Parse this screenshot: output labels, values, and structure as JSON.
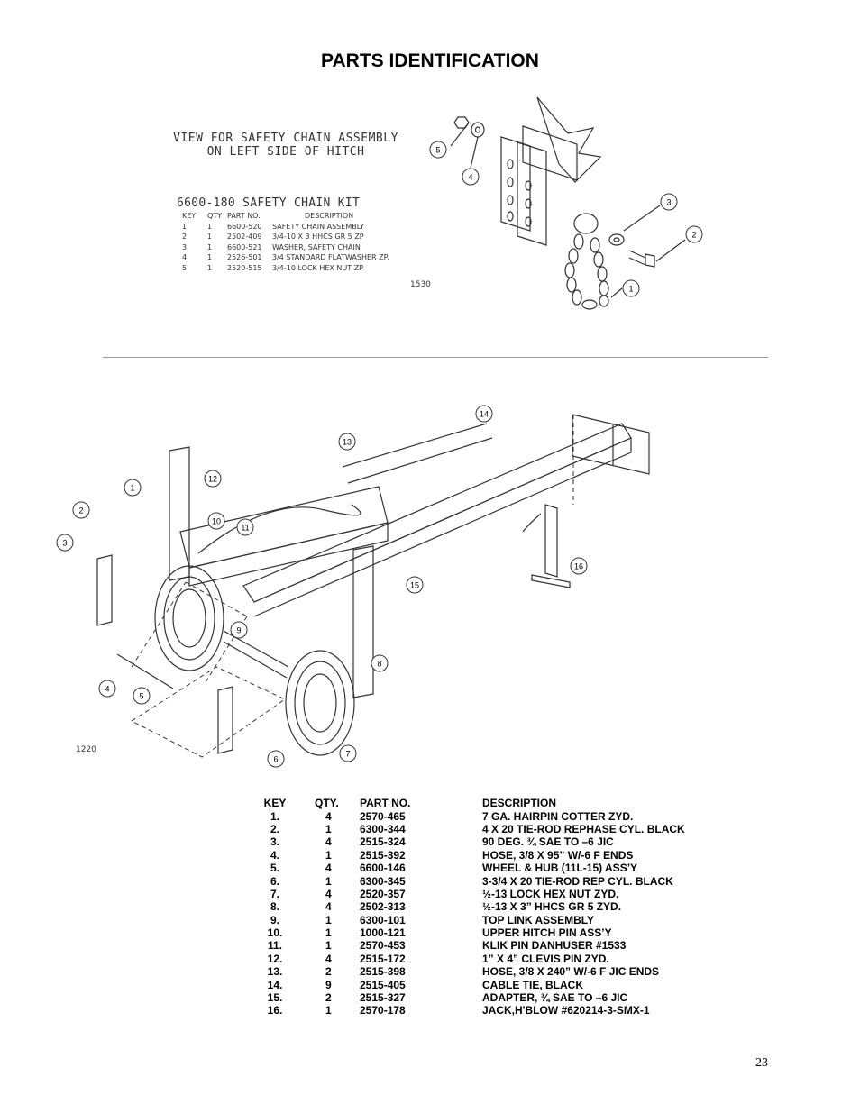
{
  "page": {
    "title": "PARTS IDENTIFICATION",
    "page_number": "23"
  },
  "safety_chain": {
    "view_title_line1": "VIEW FOR SAFETY CHAIN ASSEMBLY",
    "view_title_line2": "ON LEFT SIDE OF HITCH",
    "kit_title": "6600-180 SAFETY CHAIN KIT",
    "headers": {
      "key": "KEY",
      "qty": "QTY",
      "part": "PART NO.",
      "desc": "DESCRIPTION"
    },
    "rows": [
      {
        "key": "1",
        "qty": "1",
        "part": "6600-520",
        "desc": "SAFETY CHAIN ASSEMBLY"
      },
      {
        "key": "2",
        "qty": "1",
        "part": "2502-409",
        "desc": "3/4-10 X 3 HHCS GR 5 ZP"
      },
      {
        "key": "3",
        "qty": "1",
        "part": "6600-521",
        "desc": "WASHER, SAFETY CHAIN"
      },
      {
        "key": "4",
        "qty": "1",
        "part": "2526-501",
        "desc": "3/4 STANDARD FLATWASHER ZP."
      },
      {
        "key": "5",
        "qty": "1",
        "part": "2520-515",
        "desc": "3/4-10 LOCK HEX NUT ZP"
      }
    ],
    "drawing_number": "1530",
    "callouts": [
      "1",
      "2",
      "3",
      "4",
      "5"
    ]
  },
  "main_assembly": {
    "drawing_number": "1220",
    "callouts": [
      "1",
      "2",
      "3",
      "4",
      "5",
      "6",
      "7",
      "8",
      "9",
      "10",
      "11",
      "12",
      "13",
      "14",
      "15",
      "16"
    ]
  },
  "parts": {
    "headers": {
      "key": "KEY",
      "qty": "QTY.",
      "part": "PART NO.",
      "desc": "DESCRIPTION"
    },
    "rows": [
      {
        "key": "1.",
        "qty": "4",
        "part": "2570-465",
        "desc": "7 GA. HAIRPIN COTTER ZYD."
      },
      {
        "key": "2.",
        "qty": "1",
        "part": "6300-344",
        "desc": "4 X 20 TIE-ROD REPHASE CYL. BLACK"
      },
      {
        "key": "3.",
        "qty": "4",
        "part": "2515-324",
        "desc": "90 DEG. ¾ SAE TO –6 JIC"
      },
      {
        "key": "4.",
        "qty": "1",
        "part": "2515-392",
        "desc": "HOSE, 3/8 X 95” W/-6 F ENDS"
      },
      {
        "key": "5.",
        "qty": "4",
        "part": "6600-146",
        "desc": "WHEEL & HUB (11L-15) ASS’Y"
      },
      {
        "key": "6.",
        "qty": "1",
        "part": "6300-345",
        "desc": "3-3/4 X 20 TIE-ROD REP CYL. BLACK"
      },
      {
        "key": "7.",
        "qty": "4",
        "part": "2520-357",
        "desc": "½-13 LOCK HEX NUT ZYD."
      },
      {
        "key": "8.",
        "qty": "4",
        "part": "2502-313",
        "desc": "½-13 X 3” HHCS GR 5 ZYD."
      },
      {
        "key": "9.",
        "qty": "1",
        "part": "6300-101",
        "desc": "TOP LINK ASSEMBLY"
      },
      {
        "key": "10.",
        "qty": "1",
        "part": "1000-121",
        "desc": "UPPER HITCH PIN ASS’Y"
      },
      {
        "key": "11.",
        "qty": "1",
        "part": "2570-453",
        "desc": "KLIK PIN DANHUSER #1533"
      },
      {
        "key": "12.",
        "qty": "4",
        "part": "2515-172",
        "desc": "1” X 4” CLEVIS PIN ZYD."
      },
      {
        "key": "13.",
        "qty": "2",
        "part": "2515-398",
        "desc": "HOSE, 3/8 X 240” W/-6 F JIC ENDS"
      },
      {
        "key": "14.",
        "qty": "9",
        "part": "2515-405",
        "desc": "CABLE TIE, BLACK"
      },
      {
        "key": "15.",
        "qty": "2",
        "part": "2515-327",
        "desc": "ADAPTER, ¾ SAE TO –6 JIC"
      },
      {
        "key": "16.",
        "qty": "1",
        "part": "2570-178",
        "desc": "JACK,H'BLOW #620214-3-SMX-1"
      }
    ]
  }
}
